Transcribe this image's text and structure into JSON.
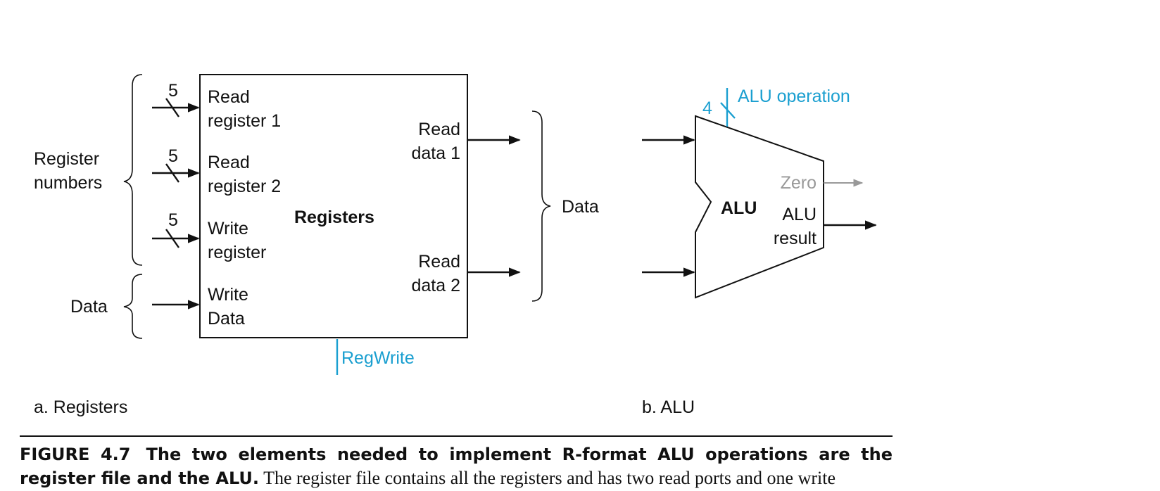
{
  "colors": {
    "control": "#1a9fd0",
    "zero_output": "#999999",
    "ink": "#111111"
  },
  "registers": {
    "block_label": "Registers",
    "bus_width_read1": "5",
    "bus_width_read2": "5",
    "bus_width_write": "5",
    "input_read_register_1": [
      "Read",
      "register 1"
    ],
    "input_read_register_2": [
      "Read",
      "register 2"
    ],
    "input_write_register": [
      "Write",
      "register"
    ],
    "input_write_data": [
      "Write",
      "Data"
    ],
    "output_read_data_1": [
      "Read",
      "data 1"
    ],
    "output_read_data_2": [
      "Read",
      "data 2"
    ],
    "brace_register_numbers": [
      "Register",
      "numbers"
    ],
    "brace_data_in": "Data",
    "brace_data_out": "Data",
    "control_signal": "RegWrite",
    "subfigure_label": "a. Registers"
  },
  "alu": {
    "block_label": "ALU",
    "control_width": "4",
    "control_signal": "ALU operation",
    "output_zero": "Zero",
    "output_result": [
      "ALU",
      "result"
    ],
    "subfigure_label": "b. ALU"
  },
  "caption": {
    "figure_number": "FIGURE 4.7",
    "title": "The two elements needed to implement R-format ALU operations are the register file and the ALU.",
    "body": "The register file contains all the registers and has two read ports and one write"
  }
}
